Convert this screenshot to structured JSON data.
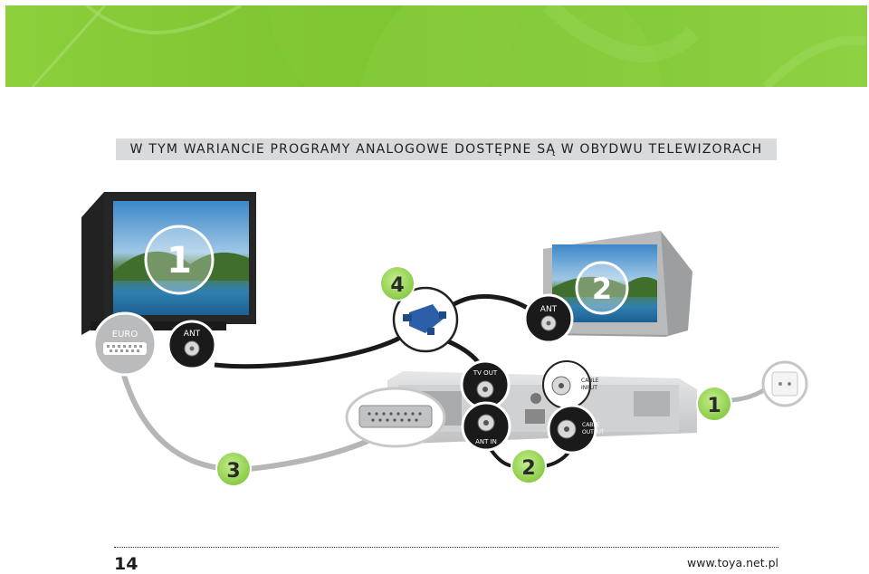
{
  "header": {
    "title": "W TYM WARIANCIE PROGRAMY ANALOGOWE DOSTĘPNE SĄ W OBYDWU TELEWIZORACH"
  },
  "diagram": {
    "tv_left_number": "1",
    "tv_right_number": "2",
    "splitter_number": "4",
    "scart_cable_number": "3",
    "loop_cable_number": "2",
    "wall_socket_cable_number": "1",
    "port_euro": "EURO",
    "port_ant_left": "ANT",
    "port_ant_right": "ANT",
    "port_tv_out": "TV OUT",
    "port_ant_in": "ANT IN",
    "port_cable_input_1": "CABLE",
    "port_cable_input_2": "INPUT",
    "port_cable_output_1": "CABLE",
    "port_cable_output_2": "OUTPUT"
  },
  "colors": {
    "banner_green": "#7cc531",
    "badge_green": "#8fd14f",
    "cable_dark": "#1a1a1a",
    "cable_grey": "#b4b6b8"
  },
  "footer": {
    "page_number": "14",
    "url": "www.toya.net.pl"
  }
}
